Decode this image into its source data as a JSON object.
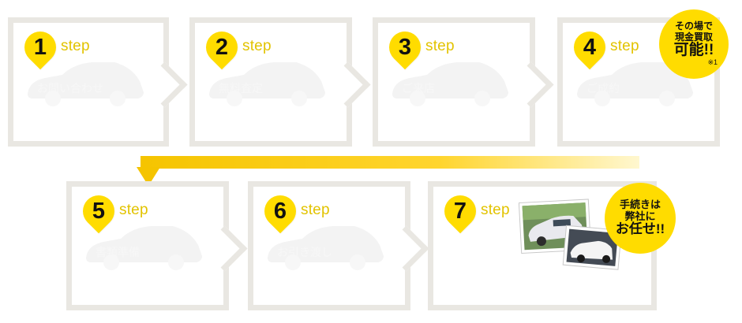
{
  "steps": [
    {
      "number": "1",
      "step_label": "step",
      "car_text": "お問い合わせ"
    },
    {
      "number": "2",
      "step_label": "step",
      "car_text": "無料査定"
    },
    {
      "number": "3",
      "step_label": "step",
      "car_text": "ご来店"
    },
    {
      "number": "4",
      "step_label": "step",
      "car_text": "ご成約"
    },
    {
      "number": "5",
      "step_label": "step",
      "car_text": "書類準備"
    },
    {
      "number": "6",
      "step_label": "step",
      "car_text": "お引き渡し"
    },
    {
      "number": "7",
      "step_label": "step"
    }
  ],
  "badge_top": {
    "line1": "その場で",
    "line2": "現金買取",
    "line3": "可能!!",
    "note": "※1"
  },
  "badge_bottom": {
    "line1": "手続きは",
    "line2": "弊社に",
    "line3": "お任せ!!"
  },
  "colors": {
    "accent": "#ffdc00",
    "border": "#e9e7e2",
    "step_text": "#e2c300"
  },
  "icons": {
    "car": "car-silhouette-icon",
    "photo": "car-photo-icon"
  }
}
